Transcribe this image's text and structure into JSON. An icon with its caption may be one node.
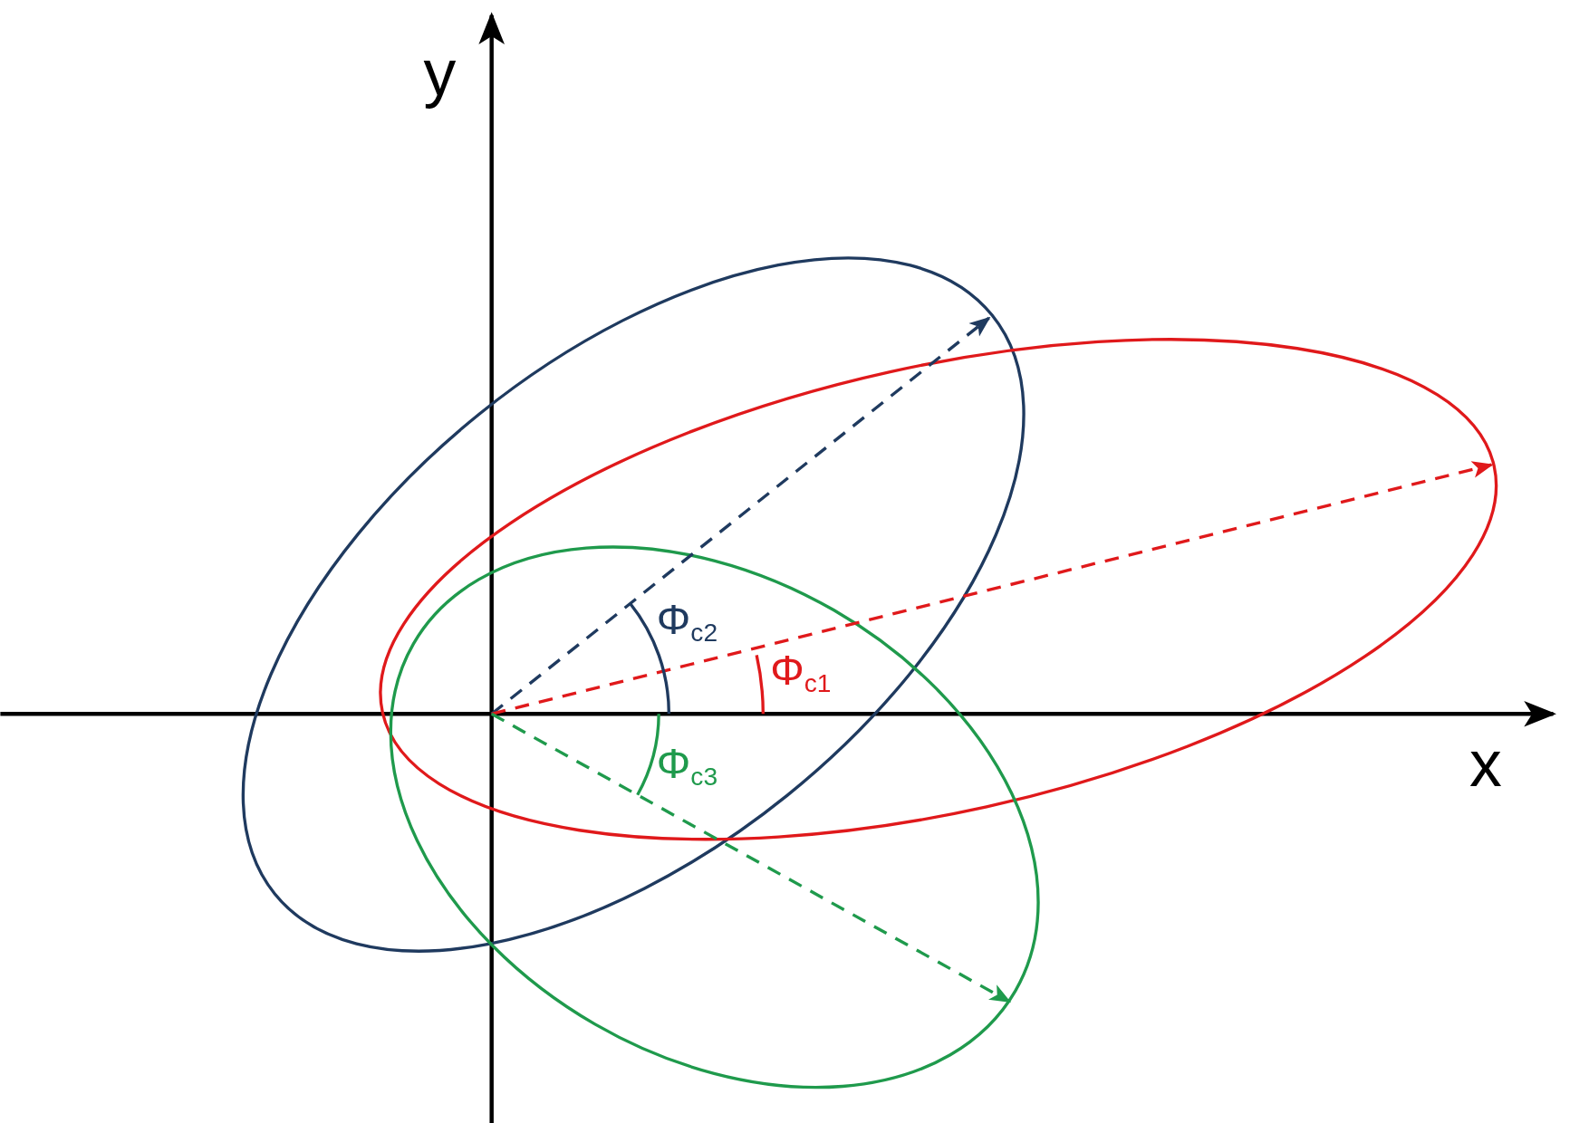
{
  "diagram": {
    "labels": [
      "y",
      "x",
      "Φ$_{c1}$",
      "Φ$_{c2}$",
      "Φ$_{c3}$"
    ]
  }
}
